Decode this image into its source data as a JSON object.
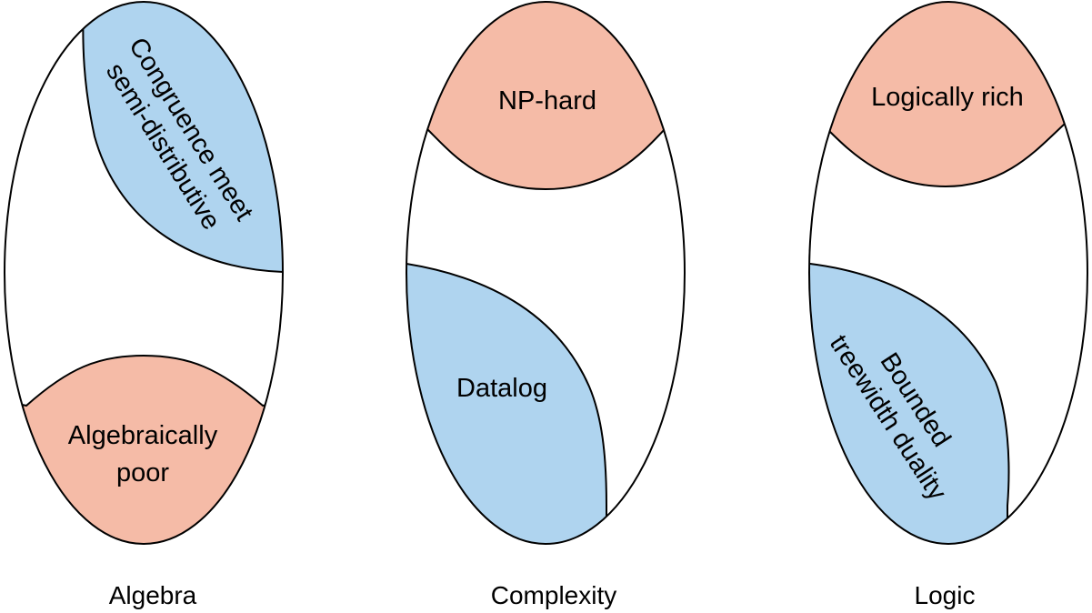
{
  "colors": {
    "red_region": "#F5BBA7",
    "blue_region": "#AFD4EF",
    "outline": "#000000",
    "background": "#FFFFFF"
  },
  "panels": [
    {
      "caption": "Algebra",
      "blue_region": {
        "lines": [
          "Congruence meet",
          "semi-distributive"
        ]
      },
      "red_region": {
        "lines": [
          "Algebraically",
          "poor"
        ]
      }
    },
    {
      "caption": "Complexity",
      "red_region": {
        "lines": [
          "NP-hard"
        ]
      },
      "blue_region": {
        "lines": [
          "Datalog"
        ]
      }
    },
    {
      "caption": "Logic",
      "red_region": {
        "lines": [
          "Logically rich"
        ]
      },
      "blue_region": {
        "lines": [
          "Bounded",
          "treewidth duality"
        ]
      }
    }
  ]
}
